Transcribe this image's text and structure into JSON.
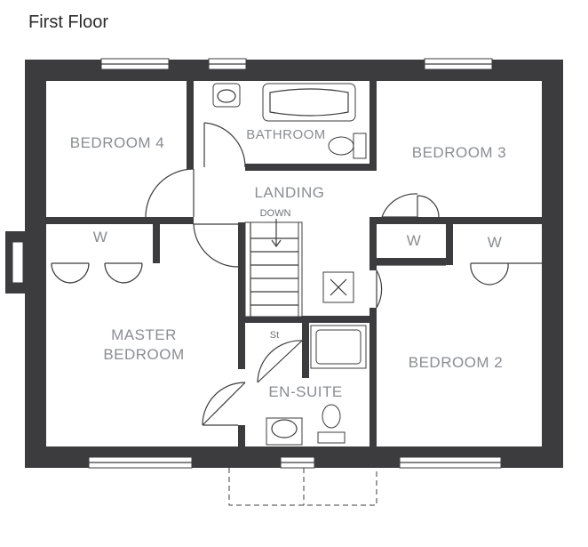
{
  "title": "First Floor",
  "rooms": {
    "bedroom4": "BEDROOM 4",
    "bathroom": "BATHROOM",
    "bedroom3": "BEDROOM 3",
    "landing": "LANDING",
    "down": "DOWN",
    "master_line1": "MASTER",
    "master_line2": "BEDROOM",
    "ensuite": "EN-SUITE",
    "store": "St",
    "bedroom2": "BEDROOM 2",
    "wardrobe": "W"
  }
}
